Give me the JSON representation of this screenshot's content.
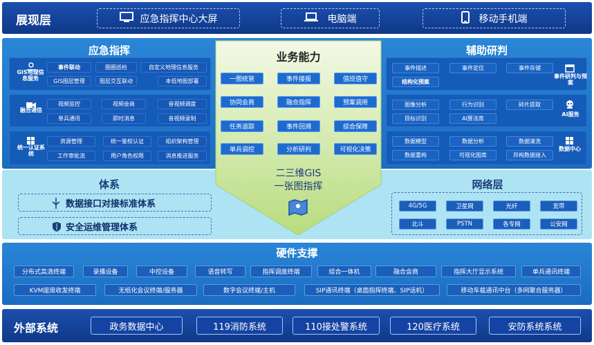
{
  "display": {
    "title": "展现层",
    "items": [
      "应急指挥中心大屏",
      "电脑端",
      "移动手机端"
    ]
  },
  "emergency": {
    "title": "应急指挥",
    "groups": [
      {
        "label": "GIS地理信息服务",
        "items": [
          "事件联动",
          "圈圈巡检",
          "自定义地理信息服务",
          "GIS图层管理",
          "图层交互联动",
          "本低地图部署"
        ]
      },
      {
        "label": "融合通信",
        "items": [
          "视频监控",
          "视频会商",
          "音视频调度",
          "单兵通讯",
          "即时消息",
          "音视频录制"
        ]
      },
      {
        "label": "统一认证系统",
        "items": [
          "资源管理",
          "统一鉴权认证",
          "组织架构管理",
          "工作审批流",
          "用户角色权限",
          "消息推送服务"
        ]
      }
    ]
  },
  "business": {
    "title": "业务能力",
    "items": [
      "一图统管",
      "事件接报",
      "值班值守",
      "协同会商",
      "融合指挥",
      "预案调用",
      "任务追踪",
      "事件回溯",
      "综合保障",
      "单兵调控",
      "分析研判",
      "可视化决策"
    ],
    "gis_line1": "二三维GIS",
    "gis_line2": "一张图指挥"
  },
  "assist": {
    "title": "辅助研判",
    "groups": [
      {
        "label": "事件研判与预案",
        "items": [
          "事件描述",
          "事件定位",
          "事件存储",
          "结构化预案"
        ]
      },
      {
        "label": "AI服务",
        "items": [
          "图像分析",
          "行为识别",
          "碎片提取",
          "目标识别",
          "AI算法库"
        ]
      },
      {
        "label": "数据中心",
        "items": [
          "数据模型",
          "数据分析",
          "数据清洗",
          "数据重构",
          "可视化图库",
          "异构数据接入"
        ]
      }
    ]
  },
  "system": {
    "title": "体系",
    "items": [
      "数据接口对接标准体系",
      "安全运维管理体系"
    ]
  },
  "network": {
    "title": "网络层",
    "items": [
      "4G/5G",
      "卫星网",
      "光纤",
      "宽带",
      "北斗",
      "PSTN",
      "各专网",
      "公安网"
    ]
  },
  "hardware": {
    "title": "硬件支撑",
    "row1": [
      "分布式高清终端",
      "录播设备",
      "中控设备",
      "语音转写",
      "指挥调度终端",
      "综合一体机",
      "融合会商",
      "指挥大厅显示系统",
      "单兵通讯终端"
    ],
    "row2": [
      "KVM座席收发终端",
      "无纸化会议终端/服务器",
      "数字会议终端/主机",
      "SIP通讯终端（桌面指挥终端、SIP话机）",
      "移动车载通讯中台（多网聚合服务器）"
    ]
  },
  "external": {
    "title": "外部系统",
    "items": [
      "政务数据中心",
      "119消防系统",
      "110接处警系统",
      "120医疗系统",
      "安防系统系统"
    ]
  },
  "colors": {
    "dark": "#0f3a91",
    "mid": "#1e7fd0",
    "light": "#aee3f3",
    "arrow": "#c8e59a"
  }
}
